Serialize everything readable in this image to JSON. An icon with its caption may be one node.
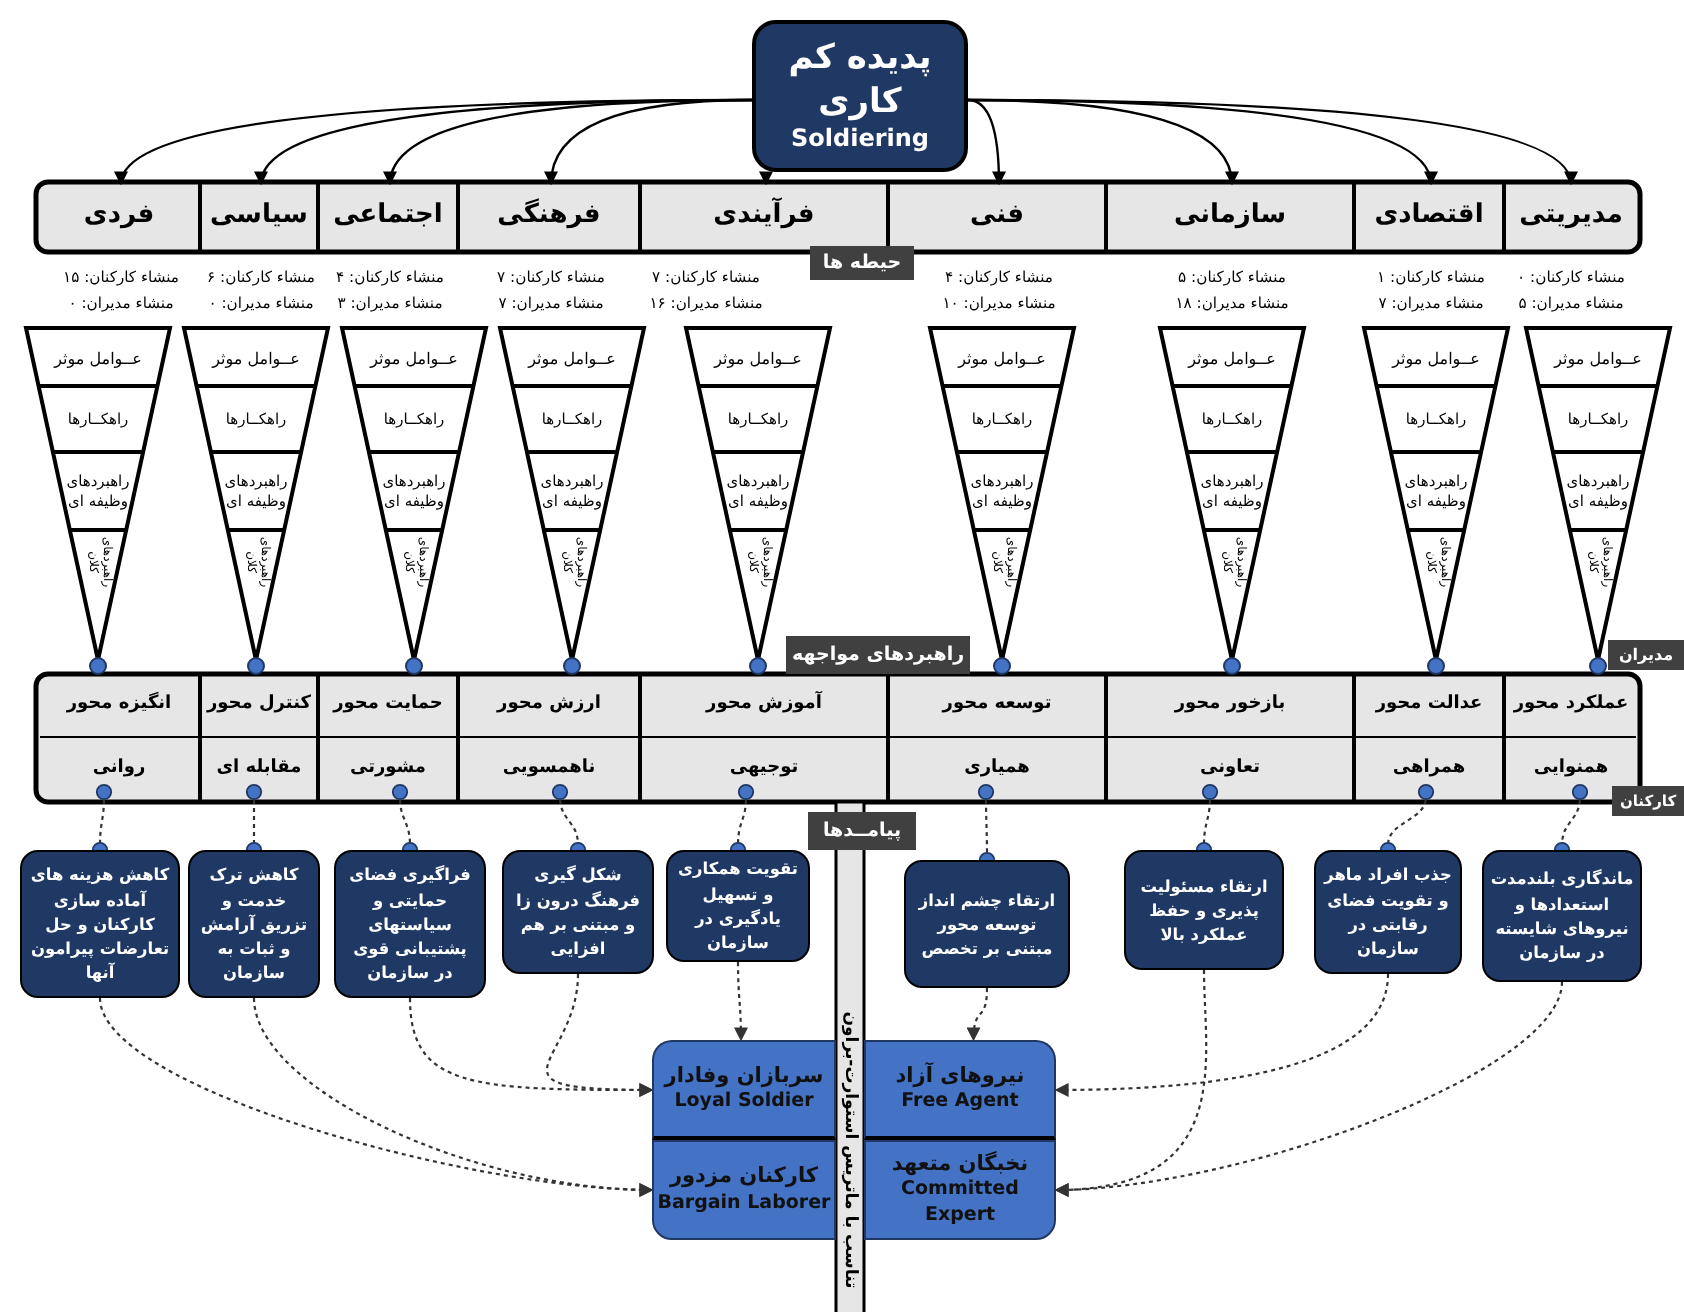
{
  "diagram": {
    "nodes": [
      {
        "text": [
          "پدیده کم کاری",
          "Soldiering"
        ]
      },
      {
        "text": [
          "فردی"
        ],
        "beside": [
          "منشاء کارکنان: ۱۵",
          "منشاء مدیران: ۰"
        ]
      },
      {
        "text": [
          "سیاسی"
        ],
        "beside": [
          "منشاء کارکنان: ۶",
          "منشاء مدیران: ۰"
        ]
      },
      {
        "text": [
          "اجتماعی"
        ],
        "beside": [
          "منشاء کارکنان: ۴",
          "منشاء مدیران: ۳"
        ]
      },
      {
        "text": [
          "فرهنگی"
        ],
        "beside": [
          "منشاء کارکنان: ۷",
          "منشاء مدیران: ۷"
        ]
      },
      {
        "text": [
          "فرآیندی"
        ],
        "beside": [
          "منشاء کارکنان: ۷",
          "منشاء مدیران: ۱۶"
        ]
      },
      {
        "text": [
          "فنی"
        ],
        "beside": [
          "منشاء کارکنان: ۴",
          "منشاء مدیران: ۱۰"
        ]
      },
      {
        "text": [
          "سازمانی"
        ],
        "beside": [
          "منشاء کارکنان: ۵",
          "منشاء مدیران: ۱۸"
        ]
      },
      {
        "text": [
          "اقتصادی"
        ],
        "beside": [
          "منشاء کارکنان: ۱",
          "منشاء مدیران: ۷"
        ]
      },
      {
        "text": [
          "مدیریتی"
        ],
        "beside": [
          "منشاء کارکنان: ۰",
          "منشاء مدیران: ۵"
        ]
      },
      {
        "text": [
          "عــوامل موثر",
          "راهکــارها",
          "راهبردهای وظیفه ای",
          "راهبردهای کلان"
        ]
      },
      {
        "text": [
          "عــوامل موثر",
          "راهکــارها",
          "راهبردهای وظیفه ای",
          "راهبردهای کلان"
        ]
      },
      {
        "text": [
          "عــوامل موثر",
          "راهکــارها",
          "راهبردهای وظیفه ای",
          "راهبردهای کلان"
        ]
      },
      {
        "text": [
          "عــوامل موثر",
          "راهکــارها",
          "راهبردهای وظیفه ای",
          "راهبردهای کلان"
        ]
      },
      {
        "text": [
          "عــوامل موثر",
          "راهکــارها",
          "راهبردهای وظیفه ای",
          "راهبردهای کلان"
        ]
      },
      {
        "text": [
          "عــوامل موثر",
          "راهکــارها",
          "راهبردهای وظیفه ای",
          "راهبردهای کلان"
        ]
      },
      {
        "text": [
          "عــوامل موثر",
          "راهکــارها",
          "راهبردهای وظیفه ای",
          "راهبردهای کلان"
        ]
      },
      {
        "text": [
          "عــوامل موثر",
          "راهکــارها",
          "راهبردهای وظیفه ای",
          "راهبردهای کلان"
        ]
      },
      {
        "text": [
          "عــوامل موثر",
          "راهکــارها",
          "راهبردهای وظیفه ای",
          "راهبردهای کلان"
        ]
      },
      {
        "text": [
          "انگیزه محور"
        ]
      },
      {
        "text": [
          "کنترل محور"
        ]
      },
      {
        "text": [
          "حمایت محور"
        ]
      },
      {
        "text": [
          "ارزش محور"
        ]
      },
      {
        "text": [
          "آموزش محور"
        ]
      },
      {
        "text": [
          "توسعه محور"
        ]
      },
      {
        "text": [
          "بازخور محور"
        ]
      },
      {
        "text": [
          "عدالت محور"
        ]
      },
      {
        "text": [
          "عملکرد محور"
        ]
      },
      {
        "text": [
          "روانی"
        ]
      },
      {
        "text": [
          "مقابله ای"
        ]
      },
      {
        "text": [
          "مشورتی"
        ]
      },
      {
        "text": [
          "ناهمسویی"
        ]
      },
      {
        "text": [
          "توجیهی"
        ]
      },
      {
        "text": [
          "همیاری"
        ]
      },
      {
        "text": [
          "تعاونی"
        ]
      },
      {
        "text": [
          "همراهی"
        ]
      },
      {
        "text": [
          "همنوایی"
        ]
      },
      {
        "text": [
          "کاهش هزینه های آماده سازی کارکنان و حل تعارضات پیرامون آنها"
        ]
      },
      {
        "text": [
          "کاهش ترک خدمت و تزریق آرامش و ثبات به سازمان"
        ]
      },
      {
        "text": [
          "فراگیری فضای حمایتی و سیاستهای پشتیبانی قوی در سازمان"
        ]
      },
      {
        "text": [
          "شکل گیری فرهنگ درون زا و مبتنی بر هم افزایی"
        ]
      },
      {
        "text": [
          "تقویت همکاری و تسهیل یادگیری در سازمان"
        ]
      },
      {
        "text": [
          "ارتقاء چشم انداز توسعه محور مبتنی بر تخصص"
        ]
      },
      {
        "text": [
          "ارتقاء مسئولیت پذیری و حفظ عملکرد بالا"
        ]
      },
      {
        "text": [
          "جذب افراد ماهر و تقویت فضای رقابتی در سازمان"
        ]
      },
      {
        "text": [
          "ماندگاری بلندمدت استعدادها و نیروهای شایسته در سازمان"
        ]
      },
      {
        "text": [
          "سربازان وفادار",
          "Loyal Soldier"
        ]
      },
      {
        "text": [
          "نیروهای آزاد",
          "Free Agent"
        ]
      },
      {
        "text": [
          "کارکنان مزدور",
          "Bargain Laborer"
        ]
      },
      {
        "text": [
          "نخبگان متعهد",
          "Committed Expert"
        ]
      }
    ],
    "edges": [
      {
        "from": 0,
        "to": 1,
        "arrow": "to"
      },
      {
        "from": 0,
        "to": 2,
        "arrow": "to"
      },
      {
        "from": 0,
        "to": 3,
        "arrow": "to"
      },
      {
        "from": 0,
        "to": 4,
        "arrow": "to"
      },
      {
        "from": 0,
        "to": 5,
        "arrow": "to"
      },
      {
        "from": 0,
        "to": 6,
        "arrow": "to"
      },
      {
        "from": 0,
        "to": 7,
        "arrow": "to"
      },
      {
        "from": 0,
        "to": 8,
        "arrow": "to"
      },
      {
        "from": 0,
        "to": 9,
        "arrow": "to"
      },
      {
        "from": 28,
        "to": 37,
        "arrow": "other",
        "style": "dashed"
      },
      {
        "from": 29,
        "to": 38,
        "arrow": "other",
        "style": "dashed"
      },
      {
        "from": 30,
        "to": 39,
        "arrow": "other",
        "style": "dashed"
      },
      {
        "from": 31,
        "to": 40,
        "arrow": "other",
        "style": "dashed"
      },
      {
        "from": 32,
        "to": 41,
        "arrow": "other",
        "style": "dashed"
      },
      {
        "from": 33,
        "to": 42,
        "arrow": "other",
        "style": "dashed"
      },
      {
        "from": 34,
        "to": 43,
        "arrow": "other",
        "style": "dashed"
      },
      {
        "from": 35,
        "to": 44,
        "arrow": "other",
        "style": "dashed"
      },
      {
        "from": 36,
        "to": 45,
        "arrow": "other",
        "style": "dashed"
      },
      {
        "from": 37,
        "to": 48,
        "arrow": "to",
        "style": "dashed"
      },
      {
        "from": 38,
        "to": 48,
        "arrow": "to",
        "style": "dashed"
      },
      {
        "from": 39,
        "to": 46,
        "arrow": "to",
        "style": "dashed"
      },
      {
        "from": 40,
        "to": 46,
        "arrow": "to",
        "style": "dashed"
      },
      {
        "from": 41,
        "to": 46,
        "arrow": "to",
        "style": "dashed"
      },
      {
        "from": 42,
        "to": 47,
        "arrow": "to",
        "style": "dashed"
      },
      {
        "from": 43,
        "to": 49,
        "arrow": "to",
        "style": "dashed"
      },
      {
        "from": 44,
        "to": 47,
        "arrow": "to",
        "style": "dashed"
      },
      {
        "from": 45,
        "to": 49,
        "arrow": "to",
        "style": "dashed"
      }
    ],
    "labels": [
      "حیطه ها",
      "راهبردهای مواجهه",
      "مدیران",
      "کارکنان",
      "پیامــدها",
      "تناسب با ماتریس استوارت-براون"
    ]
  }
}
